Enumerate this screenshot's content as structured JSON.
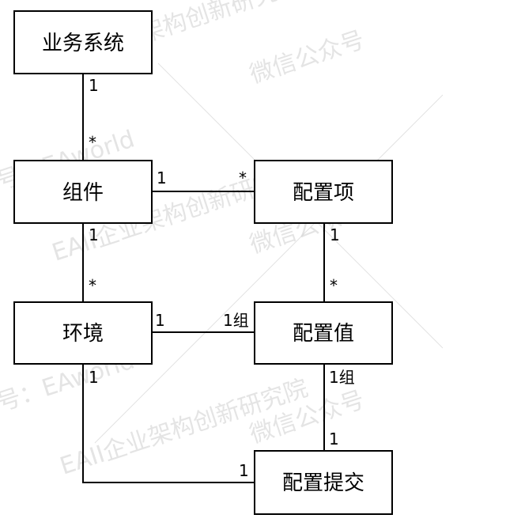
{
  "watermark": {
    "lines": [
      "号：EAworld",
      "EAII企业架构创新研究院",
      "微信公众号"
    ]
  },
  "nodes": {
    "business_system": "业务系统",
    "component": "组件",
    "config_item": "配置项",
    "environment": "环境",
    "config_value": "配置值",
    "config_commit": "配置提交"
  },
  "multiplicities": {
    "business_component_top": "1",
    "business_component_bottom": "*",
    "component_item_left": "1",
    "component_item_right": "*",
    "component_env_top": "1",
    "component_env_bottom": "*",
    "item_value_top": "1",
    "item_value_bottom": "*",
    "env_value_left": "1",
    "env_value_right": "1组",
    "value_commit_top": "1组",
    "value_commit_bottom": "1",
    "env_commit_top": "1",
    "env_commit_right": "1"
  }
}
